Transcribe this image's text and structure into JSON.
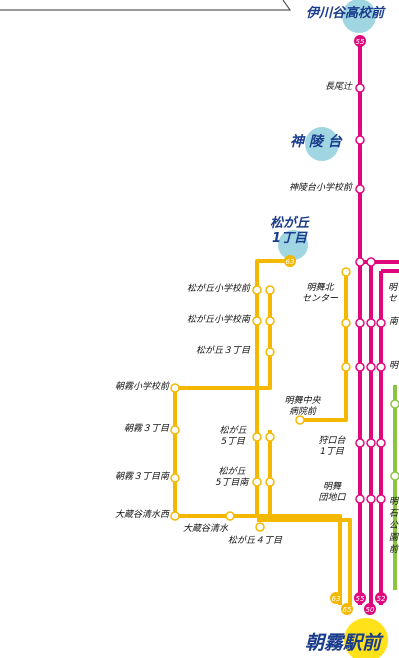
{
  "map": {
    "colors": {
      "magenta_route": "#e0077d",
      "yellow_route": "#f5b800",
      "green_route": "#8bc53f",
      "major_bubble": "#9fd6e2",
      "terminal_circle": "#ffe21a",
      "major_text": "#1a3c8c"
    },
    "major_stops": {
      "ikawadani": "伊川谷高校前",
      "kanryodai": "神 陵 台",
      "matsugaoka": "松が丘\n1丁目",
      "asagiri": "朝霧駅前"
    },
    "stops": {
      "nagaotsuji": "長尾辻",
      "kanryodai_school": "神陵台小学校前",
      "matsugaoka_school": "松が丘小学校前",
      "meimai_kita": "明舞北\nセンター",
      "matsugaoka_school_s": "松が丘小学校南",
      "matsugaoka_3": "松が丘３丁目",
      "asagiri_school": "朝霧小学校前",
      "meimai_hospital": "明舞中央\n病院前",
      "asagiri_3": "朝霧３丁目",
      "matsugaoka_5": "松が丘\n5丁目",
      "kariguchidai": "狩口台\n1丁目",
      "asagiri_3_s": "朝霧３丁目南",
      "matsugaoka_5_s": "松が丘\n5丁目南",
      "meimai_danchi": "明舞\n団地口",
      "okuradani_shimizu_w": "大蔵谷清水西",
      "okuradani_shimizu": "大蔵谷清水",
      "matsugaoka_4": "松が丘４丁目"
    },
    "cut_labels": {
      "mei_right1": "明\nセ",
      "minami_right": "南",
      "mei_right2": "明",
      "vertical_right": "明\n石\n公\n園\n前"
    },
    "route_numbers": {
      "top_55": "55",
      "bottom_55": "55",
      "bottom_52": "52",
      "bottom_50": "50",
      "yellow_63_top": "63",
      "yellow_63_bottom": "63",
      "yellow_65": "65"
    }
  }
}
